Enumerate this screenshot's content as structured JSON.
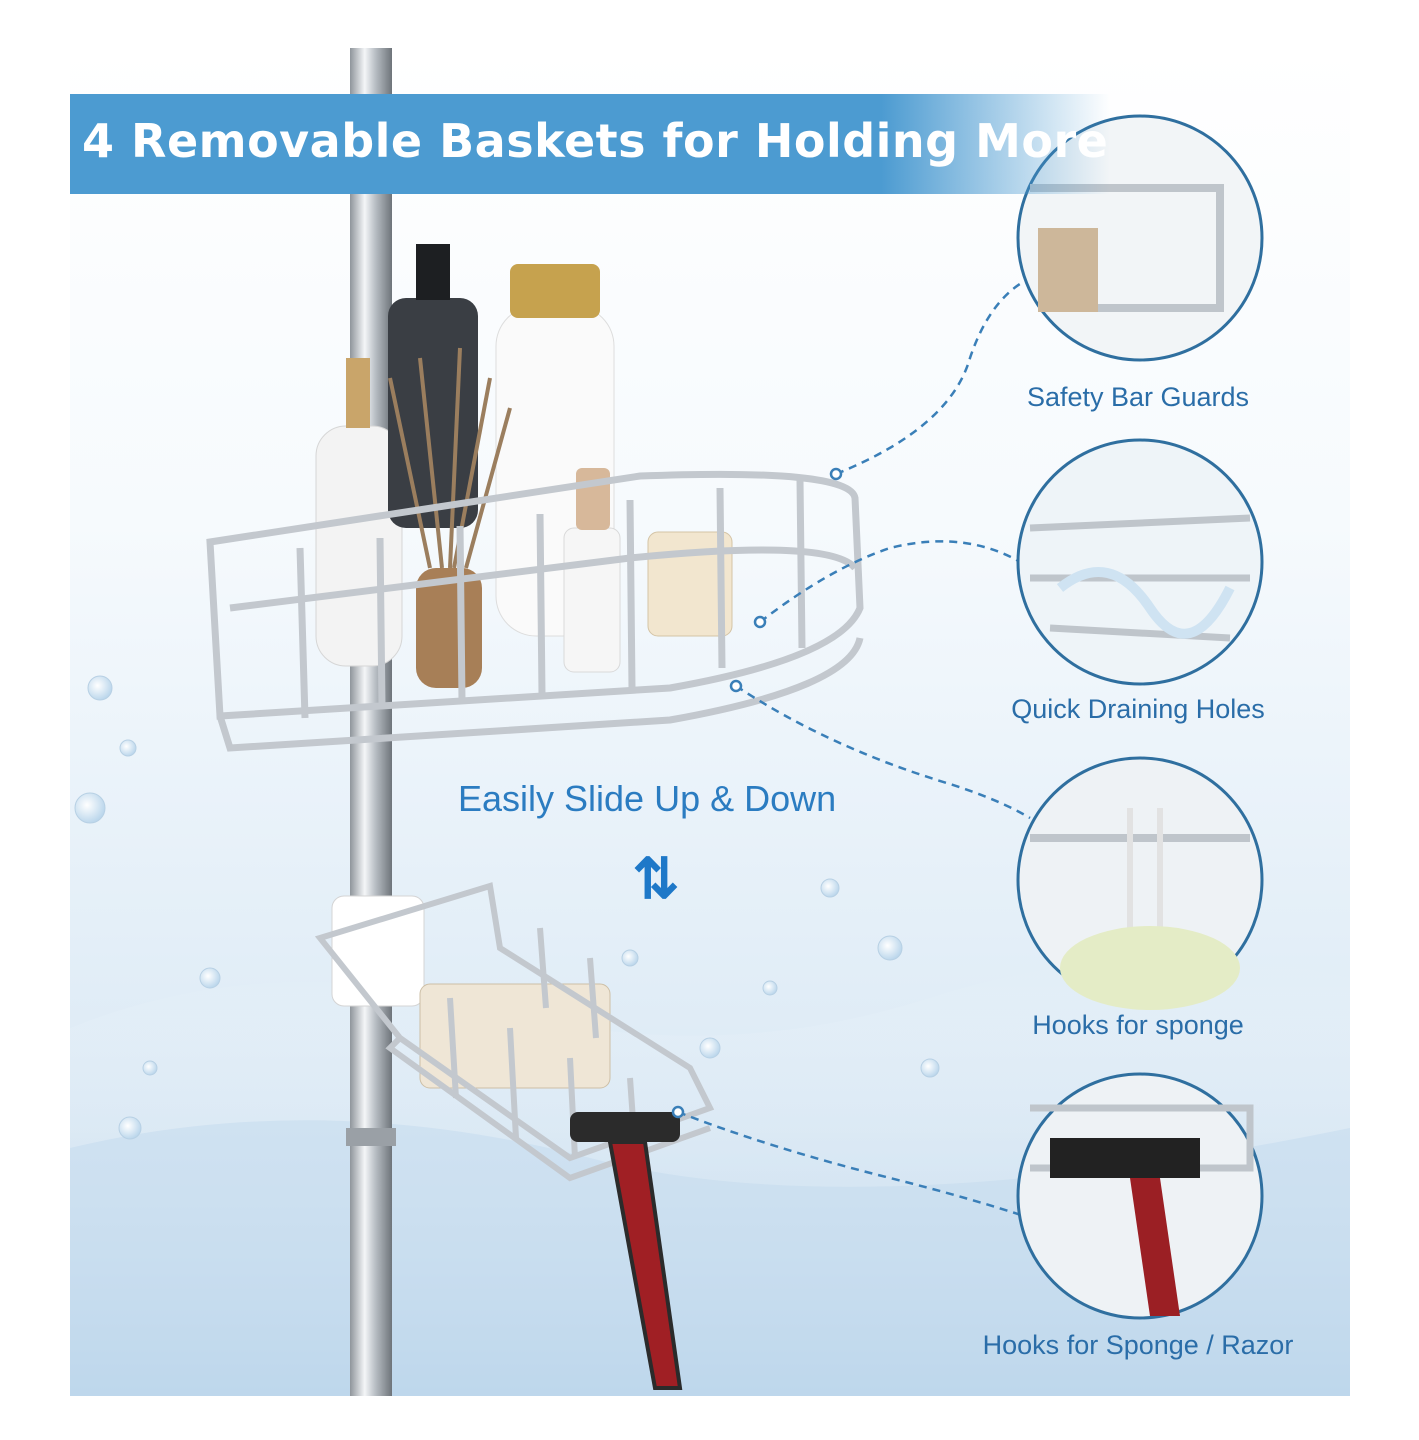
{
  "banner": {
    "title": "4 Removable Baskets for Holding More"
  },
  "center": {
    "label": "Easily Slide Up & Down",
    "arrows_icon": "up-down-arrows-icon"
  },
  "features": [
    {
      "label": "Safety Bar Guards"
    },
    {
      "label": "Quick Draining Holes"
    },
    {
      "label": "Hooks for sponge"
    },
    {
      "label": "Hooks for Sponge / Razor"
    }
  ],
  "colors": {
    "banner": "#4c9bd1",
    "accent_text": "#2b7cc1",
    "caption_text": "#2a6da8",
    "circle_border": "#2f6f9f",
    "chrome": "#c9cdd2"
  }
}
